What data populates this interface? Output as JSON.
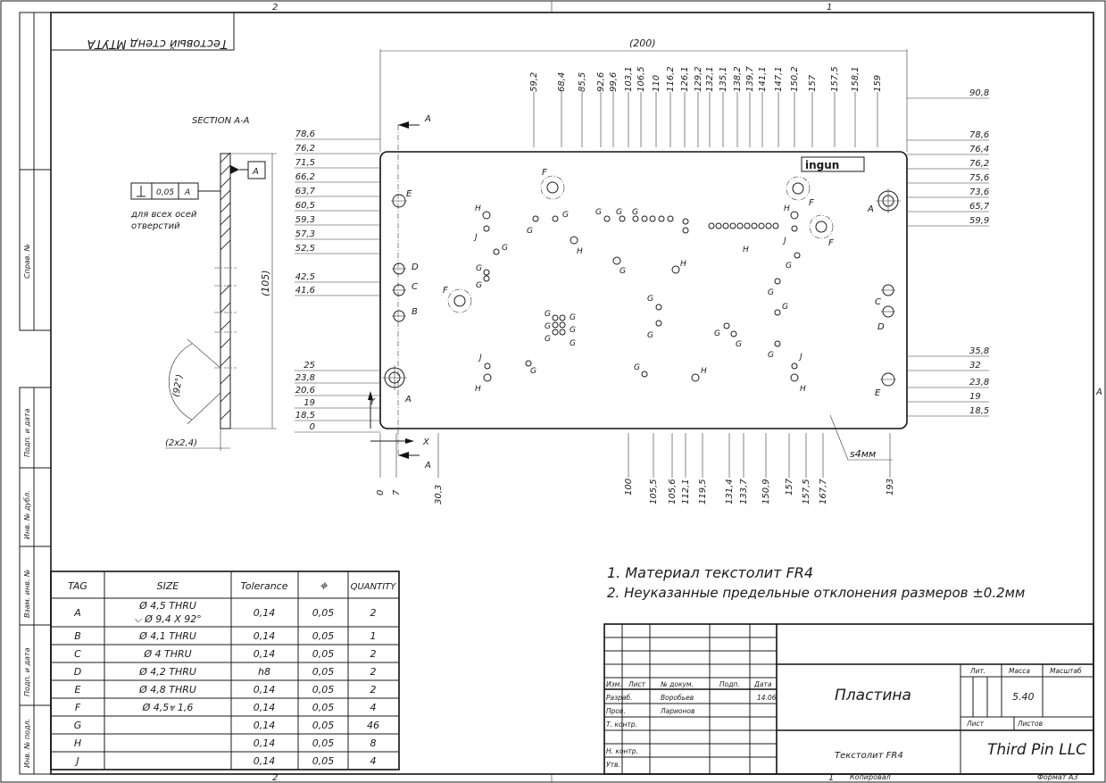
{
  "sheet": {
    "zone_labels": [
      "2",
      "1",
      "2",
      "1"
    ],
    "row_label": "A",
    "format": "Формат А3",
    "copied": "Копировал",
    "mirrored_stamp": "Тестовый стенд МТУТА"
  },
  "side_labels": [
    "Справ. №",
    "Подп. и дата",
    "Инв. № дубл.",
    "Взам. инв. №",
    "Подп. и дата",
    "Инв. № подл."
  ],
  "section": {
    "title": "SECTION A-A",
    "tolerance_value": "0,05",
    "datum": "A",
    "note_line1": "для всех осей",
    "note_line2": "отверстий",
    "height_dim": "(105)",
    "angle_dim": "(92°)",
    "chamfer_dim": "(2x2,4)"
  },
  "plate": {
    "overall_width": "(200)",
    "brand": "ingun",
    "thickness": "s4мм",
    "axis_x": "X",
    "axis_y": "Y",
    "section_marker": "A",
    "top_dims": [
      "59,2",
      "68,4",
      "85,5",
      "92,6",
      "99,6",
      "103,1",
      "106,5",
      "110",
      "116,2",
      "126,1",
      "129,2",
      "132,1",
      "135,1",
      "138,2",
      "139,7",
      "141,1",
      "147,1",
      "150,2",
      "157",
      "157,5",
      "158,1",
      "159"
    ],
    "bottom_dims": [
      "0",
      "7",
      "30,3",
      "100",
      "105,5",
      "105,6",
      "112,1",
      "119,5",
      "131,4",
      "133,7",
      "150,9",
      "157",
      "157,5",
      "167,7",
      "193"
    ],
    "left_dims": [
      "78,6",
      "76,2",
      "71,5",
      "66,2",
      "63,7",
      "60,5",
      "59,3",
      "57,3",
      "52,5",
      "42,5",
      "41,6",
      "25",
      "23,8",
      "20,6",
      "19",
      "18,5",
      "0"
    ],
    "right_dims": [
      "90,8",
      "78,6",
      "76,4",
      "76,2",
      "75,6",
      "73,6",
      "65,7",
      "59,9",
      "35,8",
      "32",
      "23,8",
      "19",
      "18,5"
    ]
  },
  "hole_table": {
    "headers": [
      "TAG",
      "SIZE",
      "Tolerance",
      "⌖",
      "QUANTITY"
    ],
    "rows": [
      {
        "tag": "A",
        "size": "Ø 4,5 THRU",
        "size2": "⌵ Ø 9,4 X 92°",
        "tol": "0,14",
        "pos": "0,05",
        "qty": "2"
      },
      {
        "tag": "B",
        "size": "Ø 4,1 THRU",
        "size2": "",
        "tol": "0,14",
        "pos": "0,05",
        "qty": "1"
      },
      {
        "tag": "C",
        "size": "Ø 4 THRU",
        "size2": "",
        "tol": "0,14",
        "pos": "0,05",
        "qty": "2"
      },
      {
        "tag": "D",
        "size": "Ø 4,2 THRU",
        "size2": "",
        "tol": "h8",
        "pos": "0,05",
        "qty": "2"
      },
      {
        "tag": "E",
        "size": "Ø 4,8 THRU",
        "size2": "",
        "tol": "0,14",
        "pos": "0,05",
        "qty": "2"
      },
      {
        "tag": "F",
        "size": "Ø 4,5⩔ 1,6",
        "size2": "",
        "tol": "0,14",
        "pos": "0,05",
        "qty": "4"
      },
      {
        "tag": "G",
        "size": "",
        "size2": "",
        "tol": "0,14",
        "pos": "0,05",
        "qty": "46"
      },
      {
        "tag": "H",
        "size": "",
        "size2": "",
        "tol": "0,14",
        "pos": "0,05",
        "qty": "8"
      },
      {
        "tag": "J",
        "size": "",
        "size2": "",
        "tol": "0,14",
        "pos": "0,05",
        "qty": "4"
      }
    ]
  },
  "notes": [
    "1.   Материал текстолит FR4",
    "2.   Неуказанные предельные отклонения размеров ±0.2мм"
  ],
  "title_block": {
    "row_labels": [
      "Изм.",
      "Лист",
      "№ докум.",
      "Подп.",
      "Дата"
    ],
    "developer_label": "Разраб.",
    "developer": "Воробьев",
    "developer_date": "14.06",
    "checker_label": "Пров.",
    "checker": "Ларионов",
    "tech_label": "Т. контр.",
    "norm_label": "Н. контр.",
    "approve_label": "Утв.",
    "part_name": "Пластина",
    "material": "Текстолит FR4",
    "lit_label": "Лит.",
    "mass_label": "Масса",
    "scale_label": "Масштаб",
    "mass": "5.40",
    "sheet_label": "Лист",
    "sheets_label": "Листов",
    "company": "Third Pin LLC"
  }
}
